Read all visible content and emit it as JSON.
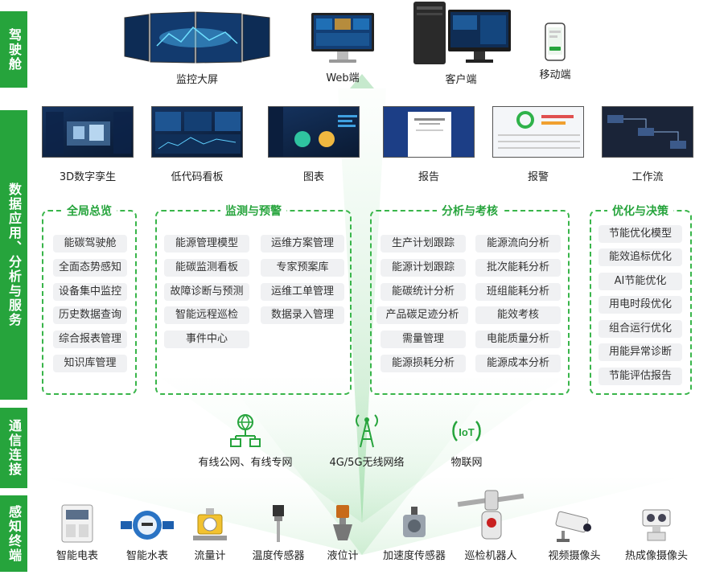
{
  "layers": {
    "cockpit": "驾驶舱",
    "data": "数据应用、分析与服务",
    "comm": "通信连接",
    "sensing": "感知终端"
  },
  "devices": [
    {
      "label": "监控大屏",
      "icon": "video-wall-icon"
    },
    {
      "label": "Web端",
      "icon": "monitor-icon"
    },
    {
      "label": "客户端",
      "icon": "desktop-pc-icon"
    },
    {
      "label": "移动端",
      "icon": "mobile-phone-icon"
    }
  ],
  "apps": [
    {
      "label": "3D数字孪生",
      "theme": "dark"
    },
    {
      "label": "低代码看板",
      "theme": "dark"
    },
    {
      "label": "图表",
      "theme": "dark"
    },
    {
      "label": "报告",
      "theme": "light"
    },
    {
      "label": "报警",
      "theme": "light"
    },
    {
      "label": "工作流",
      "theme": "dark"
    }
  ],
  "groups": {
    "overview": {
      "title": "全局总览",
      "items": [
        "能碳驾驶舱",
        "全面态势感知",
        "设备集中监控",
        "历史数据查询",
        "综合报表管理",
        "知识库管理"
      ]
    },
    "monitor": {
      "title": "监测与预警",
      "items": [
        "能源管理模型",
        "运维方案管理",
        "能碳监测看板",
        "专家预案库",
        "故障诊断与预测",
        "运维工单管理",
        "智能远程巡检",
        "数据录入管理",
        "事件中心"
      ]
    },
    "analysis": {
      "title": "分析与考核",
      "items": [
        "生产计划跟踪",
        "能源流向分析",
        "能源计划跟踪",
        "批次能耗分析",
        "能碳统计分析",
        "班组能耗分析",
        "产品碳足迹分析",
        "能效考核",
        "需量管理",
        "电能质量分析",
        "能源损耗分析",
        "能源成本分析"
      ]
    },
    "optimize": {
      "title": "优化与决策",
      "items": [
        "节能优化模型",
        "能效追标优化",
        "AI节能优化",
        "用电时段优化",
        "组合运行优化",
        "用能异常诊断",
        "节能评估报告"
      ]
    }
  },
  "comm": [
    {
      "label": "有线公网、有线专网",
      "icon": "network-topology-icon"
    },
    {
      "label": "4G/5G无线网络",
      "icon": "signal-tower-icon"
    },
    {
      "label": "物联网",
      "icon": "iot-icon"
    }
  ],
  "sensors": [
    {
      "label": "智能电表",
      "icon": "smart-meter-icon"
    },
    {
      "label": "智能水表",
      "icon": "water-meter-icon"
    },
    {
      "label": "流量计",
      "icon": "flowmeter-icon"
    },
    {
      "label": "温度传感器",
      "icon": "temperature-sensor-icon"
    },
    {
      "label": "液位计",
      "icon": "level-gauge-icon"
    },
    {
      "label": "加速度传感器",
      "icon": "accelerometer-icon"
    },
    {
      "label": "巡检机器人",
      "icon": "inspection-robot-icon"
    },
    {
      "label": "视频摄像头",
      "icon": "video-camera-icon"
    },
    {
      "label": "热成像摄像头",
      "icon": "thermal-camera-icon"
    }
  ],
  "colors": {
    "accent": "#26a43c",
    "dashed": "#39b54a",
    "pill_bg": "#f0f1f3"
  }
}
